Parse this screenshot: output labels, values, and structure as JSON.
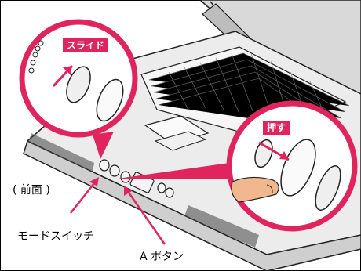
{
  "labels": {
    "slide": "スライド",
    "push": "押す",
    "front": "( 前面 )",
    "mode_switch": "モードスイッチ",
    "a_button": "A ボタン"
  },
  "colors": {
    "accent": "#e0245e",
    "line": "#222222",
    "laptop_fill": "#e8e8e8",
    "key_fill": "#f4f4f4"
  },
  "icons": {
    "slide_arrow": "arrow-up-right-icon",
    "push_arrow": "arrow-right-icon",
    "finger": "finger-icon"
  }
}
